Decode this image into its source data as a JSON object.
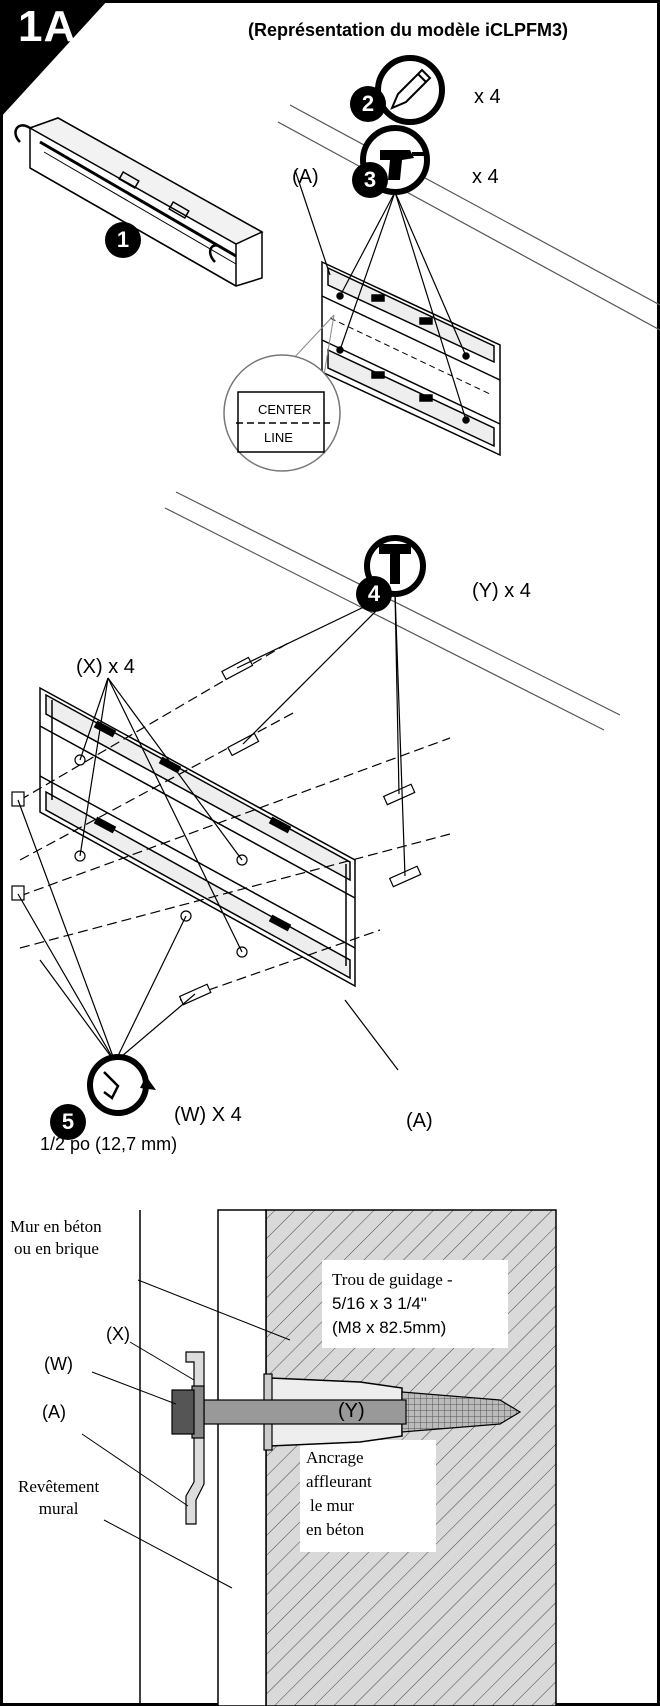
{
  "header": {
    "step_id": "1A",
    "subtitle": "(Représentation du modèle iCLPFM3)"
  },
  "steps": {
    "s1": "1",
    "s2": "2",
    "s3": "3",
    "s4": "4",
    "s5": "5"
  },
  "quantities": {
    "pencil": "x 4",
    "drill": "x 4",
    "lag_bolt": "(Y) x 4",
    "washer": "(X) x 4",
    "socket": "(W) X  4"
  },
  "labels": {
    "bracket_a_top": "(A)",
    "bracket_a_bottom": "(A)",
    "center_line_top": "CENTER",
    "center_line_bottom": "LINE",
    "socket_size": "1/2 po (12,7 mm)"
  },
  "icons": {
    "pencil": "pencil-icon",
    "drill": "drill-icon",
    "hammer": "hammer-icon",
    "socket_wrench": "socket-wrench-icon"
  },
  "cross_section": {
    "wall_type_line1": "Mur en béton",
    "wall_type_line2": "ou en brique",
    "pilot_hole_line1": "Trou de guidage -",
    "pilot_hole_line2": "5/16 x 3 1/4\"",
    "pilot_hole_line3": "(M8 x 82.5mm)",
    "label_x": "(X)",
    "label_w": "(W)",
    "label_a": "(A)",
    "label_y": "(Y)",
    "wall_covering_line1": "Revêtement",
    "wall_covering_line2": "mural",
    "anchor_line1": "Ancrage",
    "anchor_line2": "affleurant",
    "anchor_line3": "le mur",
    "anchor_line4": "en béton"
  }
}
